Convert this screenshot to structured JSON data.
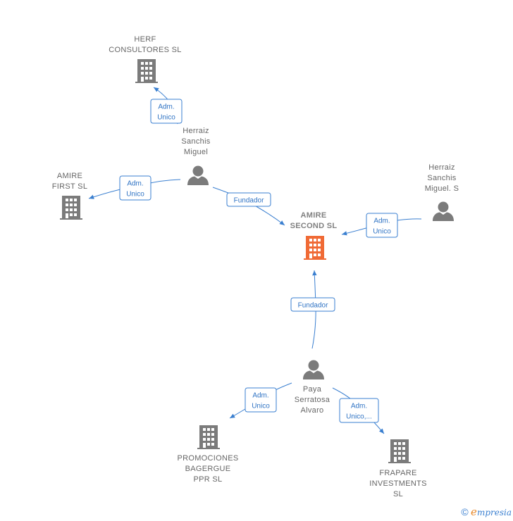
{
  "colors": {
    "edge": "#3a7fd0",
    "node_gray": "#7b7b7b",
    "node_main": "#f06a35"
  },
  "nodes": {
    "herf": {
      "lines": [
        "HERF",
        "CONSULTORES SL"
      ],
      "kind": "company",
      "icon": "building-icon"
    },
    "amire_first": {
      "lines": [
        "AMIRE",
        "FIRST  SL"
      ],
      "kind": "company",
      "icon": "building-icon"
    },
    "amire_second": {
      "lines": [
        "AMIRE",
        "SECOND  SL"
      ],
      "kind": "company",
      "icon": "building-icon",
      "main": true
    },
    "herraiz1": {
      "lines": [
        "Herraiz",
        "Sanchis",
        "Miguel"
      ],
      "kind": "person",
      "icon": "person-icon"
    },
    "herraiz2": {
      "lines": [
        "Herraiz",
        "Sanchis",
        "Miguel.  S"
      ],
      "kind": "person",
      "icon": "person-icon"
    },
    "paya": {
      "lines": [
        "Paya",
        "Serratosa",
        "Alvaro"
      ],
      "kind": "person",
      "icon": "person-icon"
    },
    "promociones": {
      "lines": [
        "PROMOCIONES",
        "BAGERGUE",
        "PPR  SL"
      ],
      "kind": "company",
      "icon": "building-icon"
    },
    "frapare": {
      "lines": [
        "FRAPARE",
        "INVESTMENTS",
        "SL"
      ],
      "kind": "company",
      "icon": "building-icon"
    }
  },
  "edges": [
    {
      "from": "herraiz1",
      "to": "herf",
      "label": [
        "Adm.",
        "Unico"
      ]
    },
    {
      "from": "herraiz1",
      "to": "amire_first",
      "label": [
        "Adm.",
        "Unico"
      ]
    },
    {
      "from": "herraiz1",
      "to": "amire_second",
      "label": [
        "Fundador"
      ]
    },
    {
      "from": "herraiz2",
      "to": "amire_second",
      "label": [
        "Adm.",
        "Unico"
      ]
    },
    {
      "from": "paya",
      "to": "amire_second",
      "label": [
        "Fundador"
      ]
    },
    {
      "from": "paya",
      "to": "promociones",
      "label": [
        "Adm.",
        "Unico"
      ]
    },
    {
      "from": "paya",
      "to": "frapare",
      "label": [
        "Adm.",
        "Unico,..."
      ]
    }
  ],
  "footer": {
    "copyright": "©",
    "brand_initial": "e",
    "brand_rest": "mpresia"
  }
}
